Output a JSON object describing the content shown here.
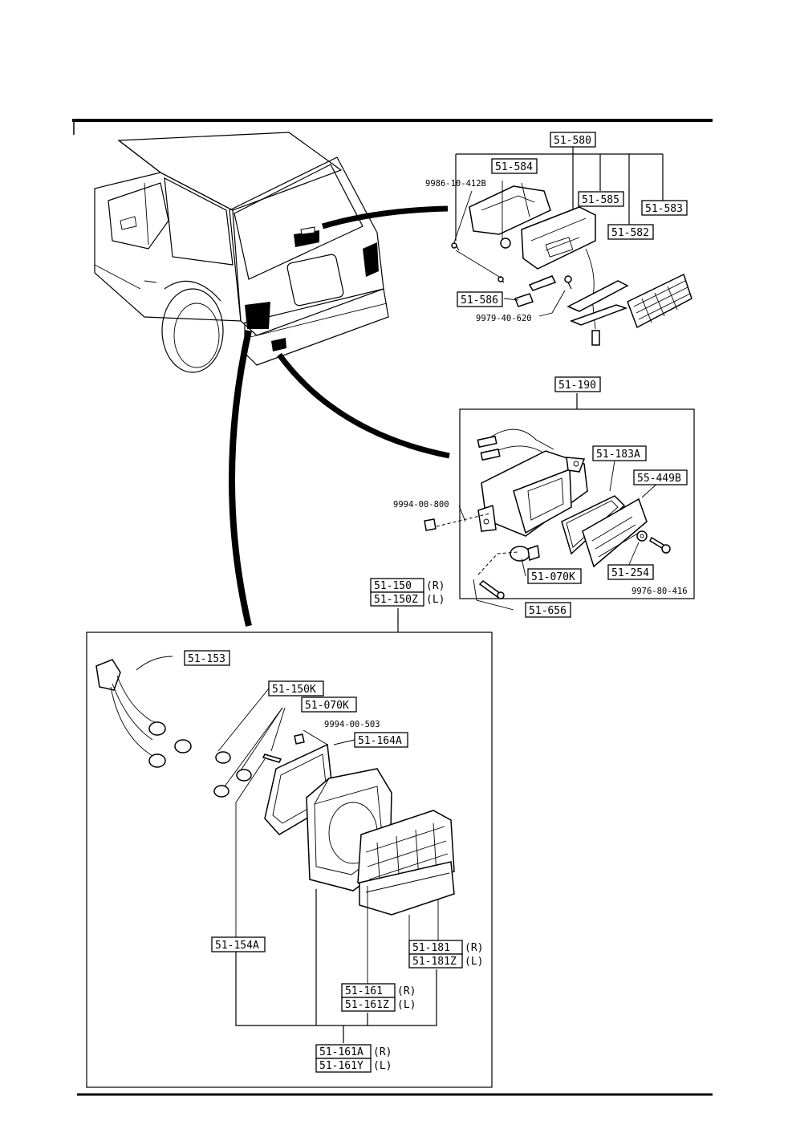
{
  "labels": {
    "l51580": "51-580",
    "l51584": "51-584",
    "l51585": "51-585",
    "l51583": "51-583",
    "l51582": "51-582",
    "l51586": "51-586",
    "s9986": "9986-10-412B",
    "s9979": "9979-40-620",
    "l51190": "51-190",
    "l51183A": "51-183A",
    "l55449B": "55-449B",
    "s9994a": "9994-00-800",
    "l51070K_a": "51-070K",
    "l51254": "51-254",
    "s9976": "9976-80-416",
    "l51656": "51-656",
    "l51150": "51-150",
    "l51150Z": "51-150Z",
    "l51153": "51-153",
    "l51150K": "51-150K",
    "l51070K_b": "51-070K",
    "s9994b": "9994-00-503",
    "l51164A": "51-164A",
    "l51154A": "51-154A",
    "l51181": "51-181",
    "l51181Z": "51-181Z",
    "l51161": "51-161",
    "l51161Z": "51-161Z",
    "l51161A": "51-161A",
    "l51161Y": "51-161Y",
    "r": "(R)",
    "l": "(L)"
  }
}
